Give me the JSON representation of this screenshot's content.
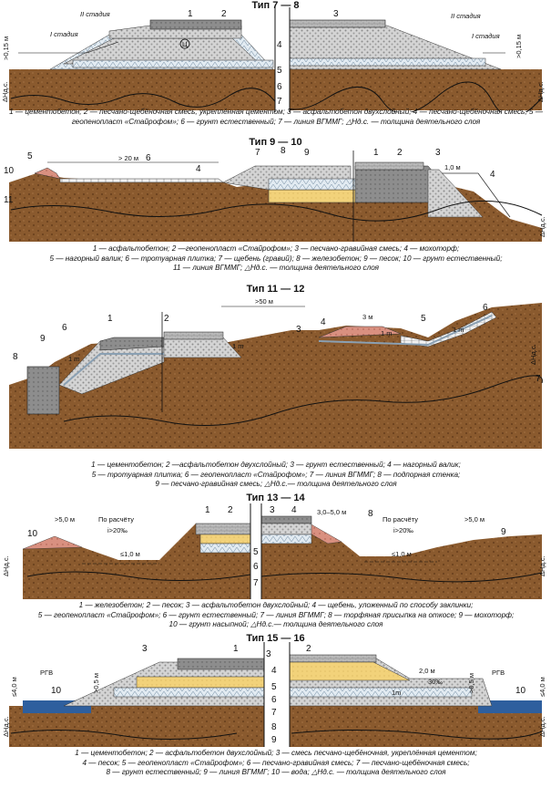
{
  "sections": [
    {
      "title": "Тип 7 — 8",
      "labels": {
        "n1": "1",
        "n2": "2",
        "n3": "3",
        "n4": "4",
        "n5": "5",
        "n6": "6",
        "n7": "7",
        "stage2_left": "II стадия",
        "stage1_left": "I стадия",
        "stage2_right": "II стадия",
        "stage1_right": "I стадия",
        "dim_left": ">0,15 м",
        "dim_right": ">0,15 м",
        "dh_left": "ΔНд.с.",
        "dh_right": "ΔНд.с.",
        "marker": "Ц"
      },
      "caption": "1 — цементобетон; 2 — песчано-щебёночная смесь, укреплённая цементом; 3 — асфальтобетон двухслойный; 4 — песчано-щебёночная смесь; 5 — геопенопласт «Стайрофом»; 6 — грунт естественный; 7 — линия ВГММГ; △Нд.с. — толщина деятельного слоя"
    },
    {
      "title": "Тип 9 — 10",
      "labels": {
        "n1": "1",
        "n2": "2",
        "n3": "3",
        "n4": "4",
        "n4b": "4",
        "n5": "5",
        "n6": "6",
        "n7": "7",
        "n8": "8",
        "n9": "9",
        "n10": "10",
        "n11": "11",
        "dim_20": "> 20 м",
        "dim_1": "1,0 м",
        "dh": "ΔНд.с."
      },
      "caption": "1 — асфальтобетон; 2 —геопенопласт «Стайрофом»; 3 — песчано-гравийная смесь; 4 — мохоторф;\n5 — нагорный валик; 6 — тротуарная плитка; 7 — щебень (гравий); 8 — железобетон; 9 — песок; 10 — грунт естественный;\n11 — линия ВГММГ; △Нд.с. — толщина деятельного слоя"
    },
    {
      "title": "Тип 11 — 12",
      "labels": {
        "n1": "1",
        "n2": "2",
        "n3": "3",
        "n4": "4",
        "n5": "5",
        "n6": "6",
        "n6b": "6",
        "n7": "7",
        "n8": "8",
        "n9": "9",
        "dim_50": ">50 м",
        "dim_3": "3 м",
        "dim_1m_a": "1 m",
        "dim_1m_b": "1 m",
        "dim_1m_c": "1 m",
        "dim_1m_d": "1 m",
        "dh": "ΔНд.с."
      },
      "caption": "1 — цементобетон; 2 —асфальтобетон двухслойный; 3 — грунт естественный; 4 — нагорный валик;\n5 — тротуарная плитка; 6 — геопенопласт «Стайрофом»; 7 — линия ВГММГ; 8 — подпорная стенка;\n9 — песчано-гравийная смесь; △Нд.с.— толщина деятельного слоя"
    },
    {
      "title": "Тип 13 — 14",
      "labels": {
        "n1": "1",
        "n2": "2",
        "n3": "3",
        "n4": "4",
        "n5": "5",
        "n6": "6",
        "n7": "7",
        "n8": "8",
        "n9": "9",
        "n10": "10",
        "dim_5_left": ">5,0 м",
        "calc_left": "По расчёту",
        "slope_left": "i>20‰",
        "depth_left": "≤1,0 м",
        "dim_3_5": "3,0–5,0 м",
        "calc_right": "По расчёту",
        "slope_right": "i>20‰",
        "depth_right": "≤1,0 м",
        "dim_5_right": ">5,0 м",
        "dh_left": "ΔНд.с.",
        "dh_right": "ΔНд.с."
      },
      "caption": "1 — железобетон; 2 — песок; 3 — асфальтобетон двухслойный; 4 — щебень, уложенный по способу заклинки;\n5 — геопенопласт «Стайрофом»; 6 — грунт естественный; 7 — линия ВГММГ; 8 — торфяная присыпка на откосе; 9 — мохоторф;\n10 — грунт насыпной; △Нд.с.— толщина деятельного слоя"
    },
    {
      "title": "Тип 15 — 16",
      "labels": {
        "n1": "1",
        "n2": "2",
        "n3": "3",
        "n3b": "3",
        "n4": "4",
        "n5": "5",
        "n6": "6",
        "n7": "7",
        "n8": "8",
        "n9": "9",
        "n10_left": "10",
        "n10_right": "10",
        "rgv_left": "РГВ",
        "rgv_right": "РГВ",
        "dim_4_left": "≤4,0 м",
        "dim_05_left": ">0,5 м",
        "dim_2": "2,0 м",
        "slope": "30‰",
        "dim_05_right": ">0,5 м",
        "dim_4_right": "≤4,0 м",
        "dim_1m": "1m",
        "dh_left": "ΔНд.с.",
        "dh_right": "ΔНд.с."
      },
      "caption": "1 — цементобетон; 2 — асфальтобетон двухслойный; 3 — смесь песчано-щебёночная, укреплённая цементом;\n4 — песок; 5 — геопенопласт «Стайрофом»; 6 — песчано-гравийная смесь; 7 — песчано-щебёночная смесь;\n8 — грунт естественный; 9 — линия ВГММГ; 10 — вода; △Нд.с. — толщина деятельного слоя"
    }
  ],
  "colors": {
    "soil": "#8a5a2e",
    "soil_dark": "#6b421f",
    "gravel": "#c9c9c9",
    "styrofoam": "#d9e6f0",
    "sand": "#f0d27a",
    "concrete": "#8f8f8f",
    "asphalt": "#6e6e6e",
    "peat": "#d48a7a",
    "water": "#2e5f9e",
    "tile": "#e8e8e8"
  }
}
